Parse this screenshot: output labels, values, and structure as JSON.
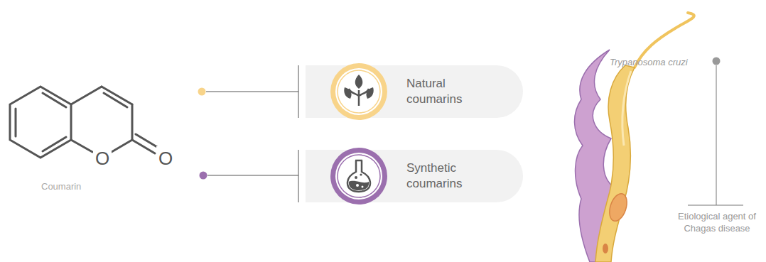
{
  "diagram": {
    "nodes": [
      {
        "text": [
          "Natural coumarins"
        ]
      },
      {
        "text": [
          "Synthetic coumarins"
        ]
      }
    ],
    "labels": [
      "O",
      "O",
      "Coumarin",
      "Trypanosoma cruzi",
      "Etiological agent of Chagas disease"
    ]
  }
}
